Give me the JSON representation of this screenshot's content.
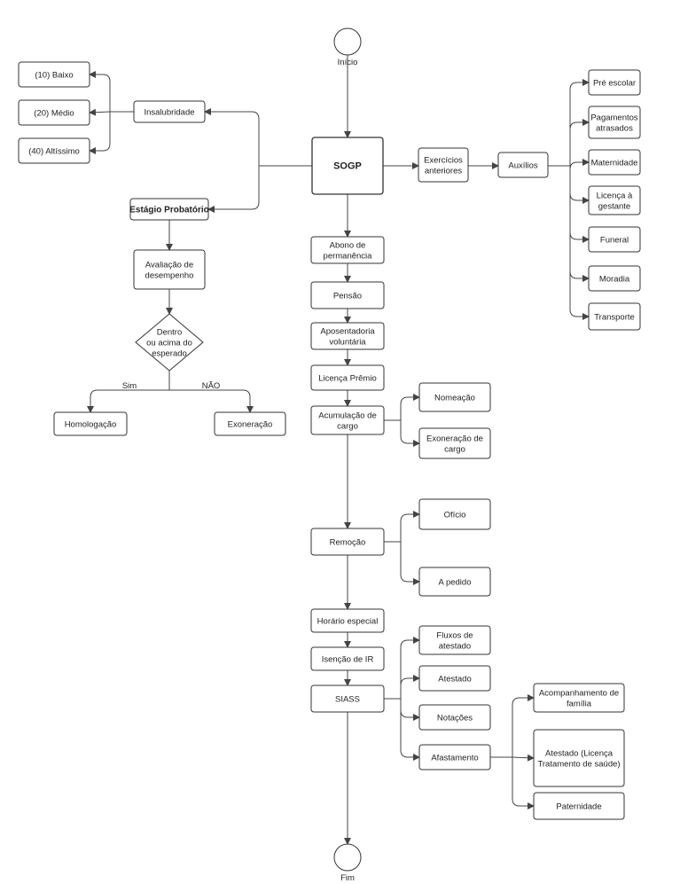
{
  "nodes": {
    "inicio": "Início",
    "fim": "Fim",
    "sogp": "SOGP",
    "insalubridade": "Insalubridade",
    "baixo": "(10) Baixo",
    "medio": "(20) Médio",
    "altissimo": "(40) Altíssimo",
    "estagio": "Estágio Probatório",
    "avaliacao": [
      "Avaliação de",
      "desempenho"
    ],
    "decisao": [
      "Dentro",
      "ou acima do",
      "esperado"
    ],
    "homologacao": "Homologação",
    "exoneracao": "Exoneração",
    "exercicios": [
      "Exercícios",
      "anteriores"
    ],
    "auxilios": "Auxílios",
    "pre_escolar": "Pré escolar",
    "pagamentos": [
      "Pagamentos",
      "atrasados"
    ],
    "maternidade": "Maternidade",
    "licenca_gestante": [
      "Licença à",
      "gestante"
    ],
    "funeral": "Funeral",
    "moradia": "Moradia",
    "transporte": "Transporte",
    "abono": [
      "Abono de",
      "permanência"
    ],
    "pensao": "Pensão",
    "aposentadoria": [
      "Aposentadoria",
      "voluntária"
    ],
    "licenca_premio": "Licença Prêmio",
    "acumulacao": [
      "Acumulação de",
      "cargo"
    ],
    "nomeacao": "Nomeação",
    "exoneracao_cargo": [
      "Exoneração de",
      "cargo"
    ],
    "remocao": "Remoção",
    "oficio": "Ofício",
    "a_pedido": "A pedido",
    "horario": "Horário especial",
    "isencao": "Isenção de IR",
    "siass": "SIASS",
    "fluxos": [
      "Fluxos de",
      "atestado"
    ],
    "atestado": "Atestado",
    "notacoes": "Notações",
    "afastamento": "Afastamento",
    "acompanhamento": [
      "Acompanhamento de",
      "família"
    ],
    "atestado_licenca": [
      "Atestado (Licença",
      "Tratamento de saúde)"
    ],
    "paternidade": "Paternidade"
  },
  "edge_labels": {
    "sim": "Sim",
    "nao": "NÃO"
  }
}
